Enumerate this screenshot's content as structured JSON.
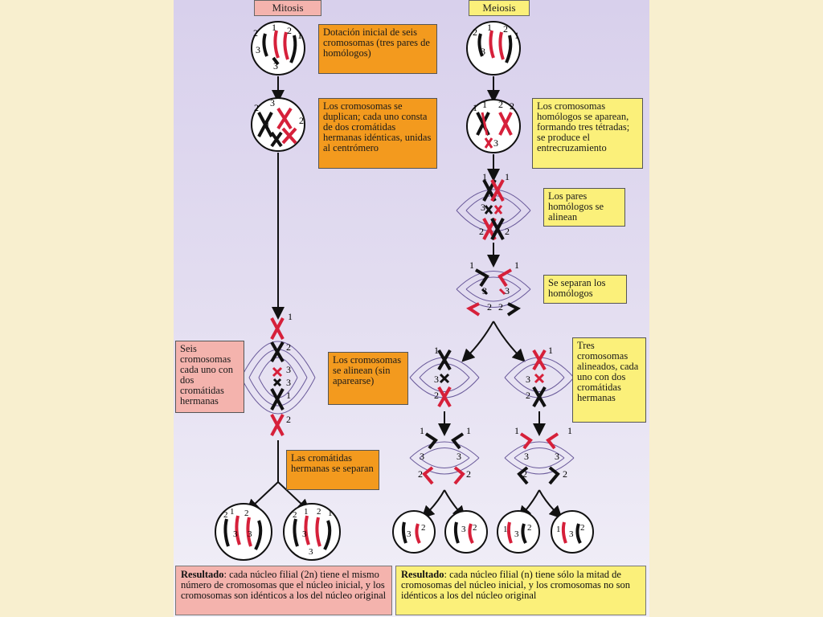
{
  "headers": {
    "mitosis": "Mitosis",
    "meiosis": "Meiosis"
  },
  "mitosis_notes": {
    "dotacion": "Dotación inicial de seis cromosomas (tres pares de homólogos)",
    "duplican": "Los cromosomas se duplican; cada uno consta de dos cromátidas hermanas idénticas, unidas al centrómero",
    "seis": "Seis cromosomas cada uno con dos cromátidas hermanas",
    "alinean": "Los cromosomas se alinean (sin aparearse)",
    "separan": "Las cromátidas hermanas se separan"
  },
  "meiosis_notes": {
    "aparean": "Los cromosomas homólogos se aparean, formando tres tétradas; se produce el entrecruzamiento",
    "pares": "Los pares homólogos se alinean",
    "separan": "Se separan los homólogos",
    "tres": "Tres cromosomas alineados, cada uno con dos cromátidas hermanas"
  },
  "results": {
    "label": "Resultado",
    "mitosis_text": ": cada núcleo filial (2n) tiene el mismo número de cromosomas que el núcleo inicial, y los cromosomas son idénticos a los del núcleo original",
    "meiosis_text": ": cada núcleo filial (n) tiene sólo la mitad de cromosomas del núcleo inicial, y los cromosomas no son idénticos a los del núcleo original"
  },
  "chromosome_labels": [
    "1",
    "2",
    "3"
  ],
  "colors": {
    "maternal": "#d6203a",
    "paternal": "#111111",
    "orange": "#f39a1e",
    "yellow": "#fbf07a",
    "pink": "#f4b3ad"
  }
}
